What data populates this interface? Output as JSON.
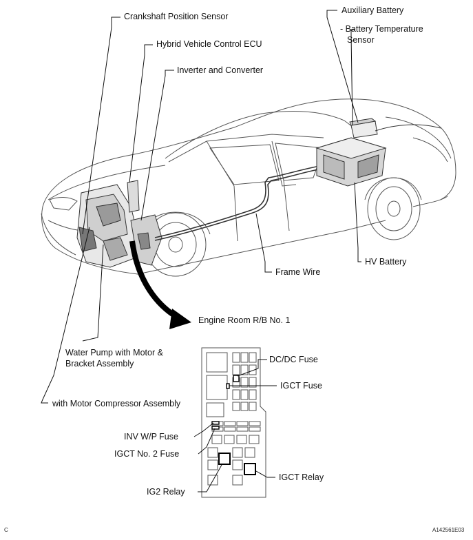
{
  "labels": {
    "crankshaft_sensor": "Crankshaft Position Sensor",
    "hv_control_ecu": "Hybrid Vehicle Control ECU",
    "inverter_converter": "Inverter and Converter",
    "auxiliary_battery": "Auxiliary Battery",
    "battery_temp_sensor_line1": "Battery Temperature",
    "battery_temp_sensor_line2": "Sensor",
    "hv_battery": "HV Battery",
    "frame_wire": "Frame Wire",
    "engine_room_rb": "Engine Room R/B No. 1",
    "water_pump_line1": "Water Pump with Motor &",
    "water_pump_line2": "Bracket Assembly",
    "motor_compressor": "with Motor Compressor Assembly",
    "dcdc_fuse": "DC/DC Fuse",
    "igct_fuse": "IGCT Fuse",
    "inv_wp_fuse": "INV W/P Fuse",
    "igct_no2_fuse": "IGCT No. 2 Fuse",
    "igct_relay": "IGCT Relay",
    "ig2_relay": "IG2 Relay"
  },
  "corner": {
    "left_code": "C",
    "figure_id": "A142561E03"
  }
}
